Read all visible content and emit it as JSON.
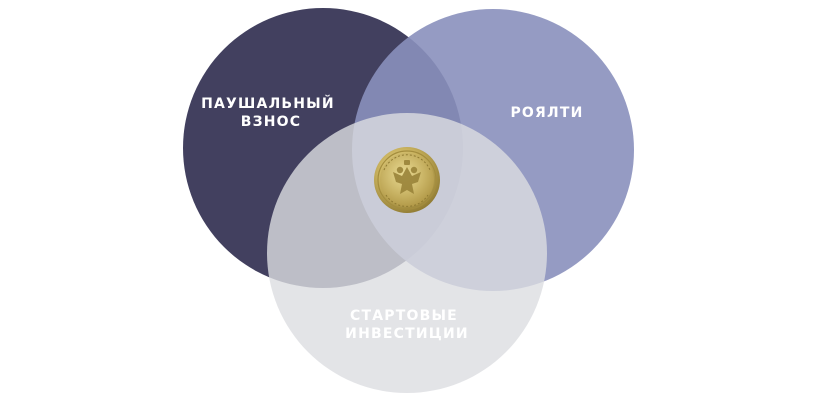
{
  "diagram": {
    "type": "venn",
    "sets": [
      {
        "id": "lump-sum",
        "label_lines": [
          "ПАУШАЛЬНЫЙ",
          "ВЗНОС"
        ],
        "color": "#42405f"
      },
      {
        "id": "royalty",
        "label_lines": [
          "РОЯЛТИ"
        ],
        "color": "#8990bc"
      },
      {
        "id": "startup-investment",
        "label_lines": [
          "СТАРТОВЫЕ",
          "ИНВЕСТИЦИИ"
        ],
        "color": "#dcdde1"
      }
    ],
    "center_icon": "ruble-coin-icon",
    "colors": {
      "background": "#ffffff",
      "label": "#ffffff",
      "coin_gold": "#c9b25e"
    }
  }
}
